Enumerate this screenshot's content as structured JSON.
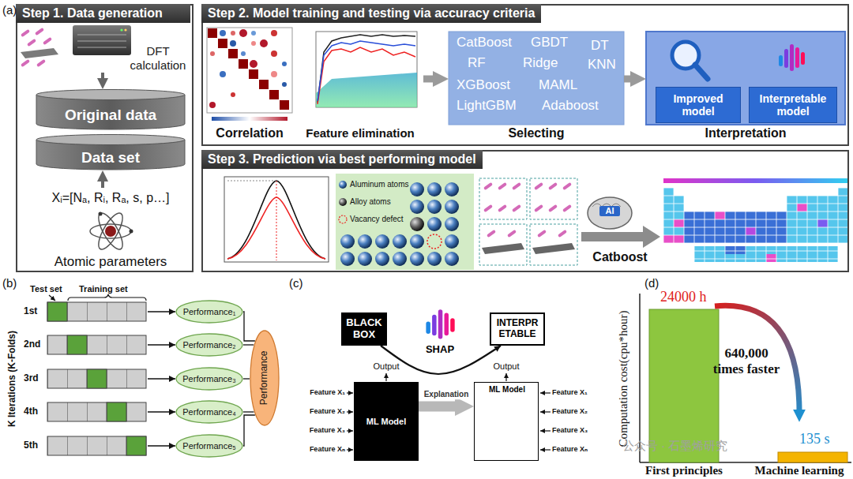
{
  "diagram": {
    "nodes": [
      {
        "text": [
          "Step 1. Data generation"
        ]
      },
      {
        "text": [
          "DFT calculation"
        ],
        "in": 0
      },
      {
        "text": [
          "Original data"
        ],
        "in": 0
      },
      {
        "text": [
          "Data set"
        ],
        "in": 0
      },
      {
        "text": [
          "Xᵢ=[Nₐ, Rᵢ, Rₐ, s, p…]",
          "Atomic parameters"
        ],
        "in": 0
      },
      {
        "text": [
          "Step 2. Model training and testing via accuracy criteria"
        ]
      },
      {
        "text": [
          "Correlation"
        ],
        "in": 5
      },
      {
        "text": [
          "Feature elimination"
        ],
        "in": 5
      },
      {
        "text": [
          "CatBoost",
          "GBDT",
          "DT",
          "RF",
          "Ridge",
          "KNN",
          "XGBoost",
          "MAML",
          "LightGBM",
          "Adaboost",
          "Selecting"
        ],
        "in": 5
      },
      {
        "text": [
          "Interpretation"
        ],
        "in": 5
      },
      {
        "text": [
          "Improved model"
        ],
        "in": 9
      },
      {
        "text": [
          "Interpretable model"
        ],
        "in": 9
      },
      {
        "text": [
          "Step 3. Prediction via best performing model"
        ]
      },
      {
        "text": [
          "AI",
          "Catboost"
        ],
        "in": 12
      },
      {
        "text": [
          "1st"
        ]
      },
      {
        "text": [
          "2nd"
        ]
      },
      {
        "text": [
          "3rd"
        ]
      },
      {
        "text": [
          "4th"
        ]
      },
      {
        "text": [
          "5th"
        ]
      },
      {
        "text": [
          "Performance₁"
        ]
      },
      {
        "text": [
          "Performance₂"
        ]
      },
      {
        "text": [
          "Performance₃"
        ]
      },
      {
        "text": [
          "Performance₄"
        ]
      },
      {
        "text": [
          "Performance₅"
        ]
      },
      {
        "text": [
          "Performance"
        ]
      },
      {
        "text": [
          "BLACK BOX"
        ]
      },
      {
        "text": [
          "INTERPR ETABLE"
        ]
      },
      {
        "text": [
          "ML Model"
        ]
      },
      {
        "text": [
          "ML Model"
        ]
      }
    ],
    "edges": [
      {
        "from": 1,
        "to": 2,
        "arrow": "to"
      },
      {
        "from": 4,
        "to": 3,
        "arrow": "to"
      },
      {
        "from": 7,
        "to": 8,
        "arrow": "to"
      },
      {
        "from": 8,
        "to": 9,
        "arrow": "to"
      },
      {
        "from": 14,
        "to": 19,
        "arrow": "to"
      },
      {
        "from": 15,
        "to": 20,
        "arrow": "to"
      },
      {
        "from": 16,
        "to": 21,
        "arrow": "to"
      },
      {
        "from": 17,
        "to": 22,
        "arrow": "to"
      },
      {
        "from": 18,
        "to": 23,
        "arrow": "to"
      },
      {
        "from": 19,
        "to": 24,
        "arrow": "none"
      },
      {
        "from": 20,
        "to": 24,
        "arrow": "none"
      },
      {
        "from": 21,
        "to": 24,
        "arrow": "none"
      },
      {
        "from": 22,
        "to": 24,
        "arrow": "none"
      },
      {
        "from": 23,
        "to": 24,
        "arrow": "none"
      },
      {
        "from": 25,
        "to": 26,
        "label": "SHAP",
        "arrow": "to"
      },
      {
        "from": 27,
        "to": 28,
        "label": "Explanation",
        "arrow": "to"
      }
    ],
    "labels": [
      "(a)",
      "(b)",
      "(c)",
      "(d)",
      "Test set",
      "Training set",
      "K Iterations (K-Folds)",
      "Output",
      "Output",
      "Feature X₁",
      "Feature X₂",
      "Feature X₃",
      "Feature Xₙ",
      "Feature X₁",
      "Feature X₂",
      "Feature X₃",
      "Feature Xₙ",
      "Computation cost(cpu*hour)",
      "24000 h",
      "640,000 times faster",
      "135 s",
      "First principles",
      "Machine learning",
      "公众号 · 石墨烯研究"
    ],
    "legend": [
      {
        "text": "Aluminum atoms"
      },
      {
        "text": "Alloy atoms"
      },
      {
        "text": "Vacancy defect"
      }
    ]
  }
}
